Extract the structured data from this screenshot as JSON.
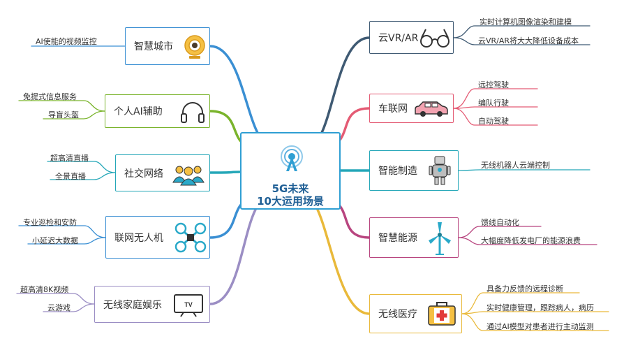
{
  "center": {
    "line1": "5G未来",
    "line2": "10大运用场景"
  },
  "left": [
    {
      "title": "智慧城市",
      "icon": "webcam-icon",
      "color": "#3a8fd3",
      "leaves": [
        "AI使能的视频监控"
      ]
    },
    {
      "title": "个人AI辅助",
      "icon": "headphones-icon",
      "color": "#7ab42c",
      "leaves": [
        "免提式信息服务",
        "导盲头盔"
      ]
    },
    {
      "title": "社交网络",
      "icon": "people-icon",
      "color": "#25a7b8",
      "leaves": [
        "超高清直播",
        "全景直播"
      ]
    },
    {
      "title": "联网无人机",
      "icon": "drone-icon",
      "color": "#3a8fd3",
      "leaves": [
        "专业巡检和安防",
        "小延迟大数据"
      ]
    },
    {
      "title": "无线家庭娱乐",
      "icon": "tv-icon",
      "color": "#9b8ec4",
      "tv_text": "TV",
      "leaves": [
        "超高清8K视频",
        "云游戏"
      ]
    }
  ],
  "right": [
    {
      "title": "云VR/AR",
      "icon": "vr-glasses-icon",
      "color": "#3f5a73",
      "leaves": [
        "实时计算机图像渲染和建模",
        "云VR/AR将大大降低设备成本"
      ]
    },
    {
      "title": "车联网",
      "icon": "car-icon",
      "color": "#e45b74",
      "leaves": [
        "远控驾驶",
        "编队行驶",
        "自动驾驶"
      ]
    },
    {
      "title": "智能制造",
      "icon": "robot-icon",
      "color": "#25a7b8",
      "leaves": [
        "无线机器人云端控制"
      ]
    },
    {
      "title": "智慧能源",
      "icon": "wind-turbine-icon",
      "color": "#b8457f",
      "leaves": [
        "馈线自动化",
        "大幅度降低发电厂的能源浪费"
      ]
    },
    {
      "title": "无线医疗",
      "icon": "medical-kit-icon",
      "color": "#e9b93a",
      "leaves": [
        "具备力反馈的远程诊断",
        "实时健康管理，跟踪病人，病历",
        "通过AI模型对患者进行主动监测"
      ]
    }
  ]
}
